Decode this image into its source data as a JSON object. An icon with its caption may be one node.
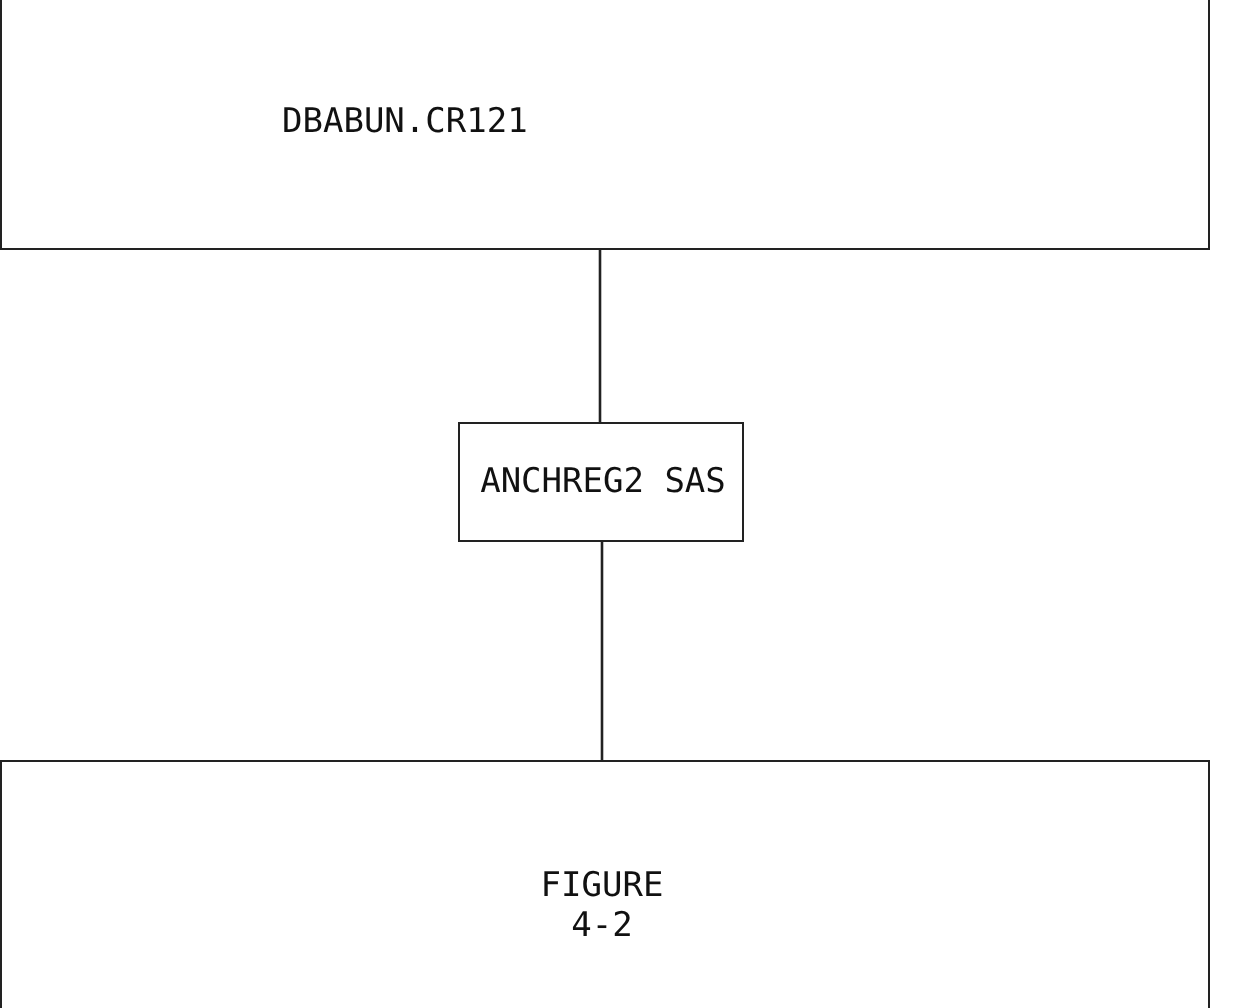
{
  "diagram": {
    "nodes": [
      {
        "text": [
          "DBABUN.CR121"
        ]
      },
      {
        "text": [
          "ANCHREG2 SAS"
        ]
      },
      {
        "text": [
          "FIGURE 4-2"
        ]
      }
    ],
    "edges": [
      {
        "from": 0,
        "to": 1,
        "arrow": "none"
      },
      {
        "from": 1,
        "to": 2,
        "arrow": "none"
      }
    ]
  }
}
